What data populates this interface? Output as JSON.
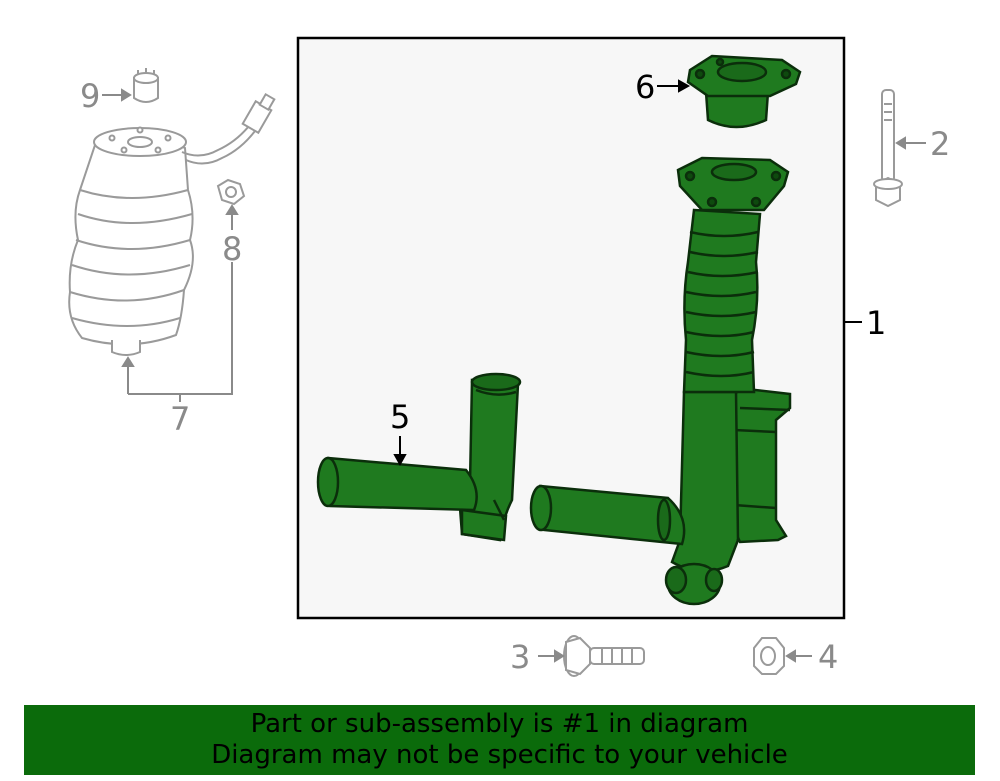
{
  "diagram": {
    "colors": {
      "highlight": "#1f7a1f",
      "highlight_stroke": "#0b2e0b",
      "part_stroke": "#9a9a9a",
      "box_fill": "#f7f7f7"
    },
    "callouts": {
      "shock": "1",
      "bolt": "2",
      "flange_bolt": "3",
      "nut": "4",
      "bracket": "5",
      "upper_mount": "6",
      "air_spring_group": "7",
      "small_nut": "8",
      "clip": "9"
    }
  },
  "banner": {
    "line1": "Part or sub-assembly is #1 in diagram",
    "line2": "Diagram may not be specific to your vehicle"
  }
}
